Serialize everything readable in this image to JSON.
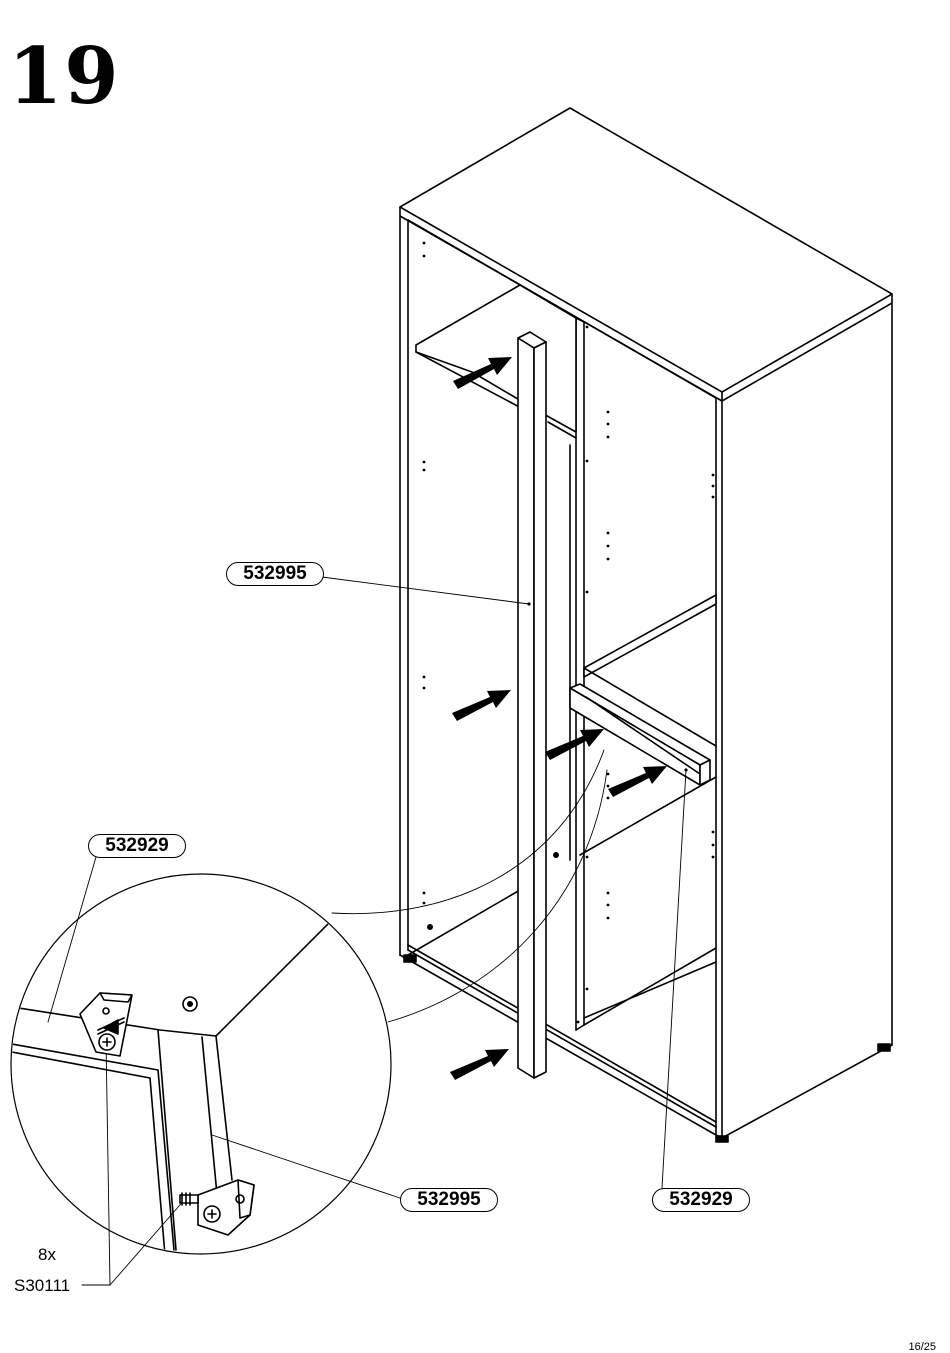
{
  "step": {
    "number": "19"
  },
  "labels": {
    "upright_top": "532995",
    "hinge_top": "532929",
    "upright_bottom": "532995",
    "hinge_bottom": "532929"
  },
  "fastener": {
    "quantity": "8x",
    "code": "S30111"
  },
  "page": {
    "number": "16/25"
  }
}
